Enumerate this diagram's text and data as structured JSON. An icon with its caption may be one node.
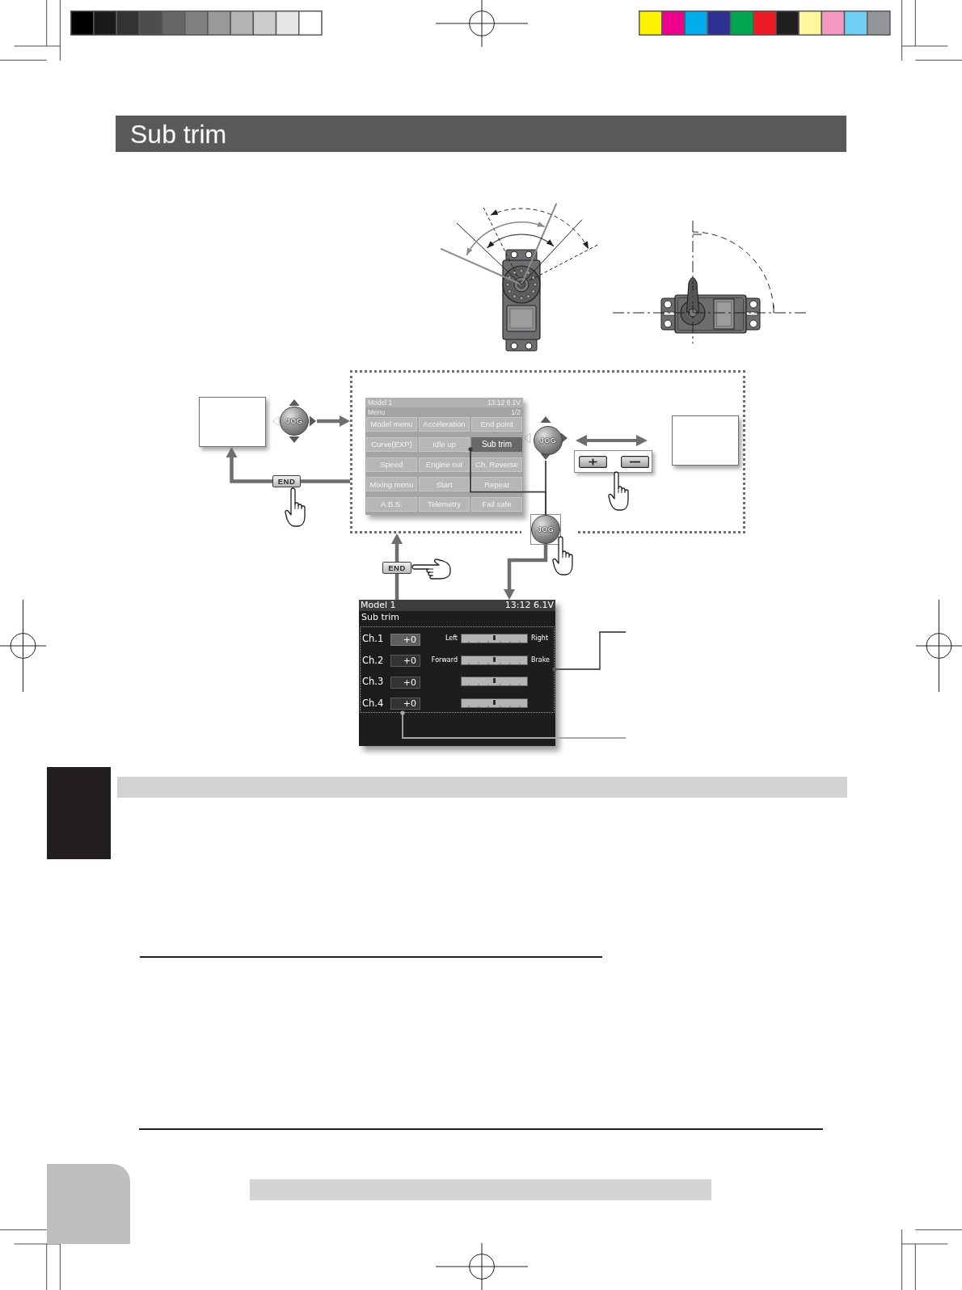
{
  "diagram": {
    "title": "Sub trim",
    "nodes": [
      {
        "text": [],
        "shape": "box"
      },
      {
        "text": [
          "JOG"
        ]
      },
      {
        "text": [],
        "shape": "box"
      },
      {
        "text": [
          "Model 1",
          "13:12 6.1V",
          "Menu",
          "1/2"
        ],
        "in": 2
      },
      {
        "text": [
          "Model menu"
        ],
        "in": 3
      },
      {
        "text": [
          "Acceleration"
        ],
        "in": 3
      },
      {
        "text": [
          "End point"
        ],
        "in": 3
      },
      {
        "text": [
          "Curve(EXP)"
        ],
        "in": 3
      },
      {
        "text": [
          "Idle up"
        ],
        "in": 3
      },
      {
        "text": [
          "Sub trim"
        ],
        "in": 3
      },
      {
        "text": [
          "Speed"
        ],
        "in": 3
      },
      {
        "text": [
          "Engine cut"
        ],
        "in": 3
      },
      {
        "text": [
          "Ch. Reverse"
        ],
        "in": 3
      },
      {
        "text": [
          "Mixing menu"
        ],
        "in": 3
      },
      {
        "text": [
          "Start"
        ],
        "in": 3
      },
      {
        "text": [
          "Repeat"
        ],
        "in": 3
      },
      {
        "text": [
          "A.B.S."
        ],
        "in": 3
      },
      {
        "text": [
          "Telemetry"
        ],
        "in": 3
      },
      {
        "text": [
          "Fail safe"
        ],
        "in": 3
      },
      {
        "text": [
          "JOG"
        ],
        "in": 2
      },
      {
        "text": [],
        "shape": "box",
        "in": 2
      },
      {
        "text": [
          "END"
        ]
      },
      {
        "text": [
          "JOG"
        ]
      },
      {
        "text": [
          "END"
        ]
      },
      {
        "text": [
          "Model 1",
          "13:12 6.1V",
          "Sub trim"
        ]
      },
      {
        "text": [
          "Ch.1",
          "Left",
          "Right",
          "Ch.2",
          "Forward",
          "Brake",
          "Ch.3",
          "Ch.4"
        ],
        "in": 24
      },
      {
        "text": [
          "+0"
        ],
        "in": 25
      },
      {
        "text": [
          "+0"
        ],
        "in": 25
      },
      {
        "text": [
          "+0"
        ],
        "in": 25
      },
      {
        "text": [
          "+0"
        ],
        "in": 25
      },
      {
        "text": [],
        "shape": "box"
      },
      {
        "text": [],
        "shape": "box"
      },
      {
        "text": [],
        "shape": "box"
      }
    ],
    "edges": [
      {
        "from": 1,
        "to": 2,
        "arrow": "to"
      },
      {
        "from": 2,
        "to": 21,
        "arrow": "none"
      },
      {
        "from": 21,
        "to": 0,
        "arrow": "to"
      },
      {
        "from": 9,
        "to": 22,
        "arrow": "other",
        "color": "#3a3a3a"
      },
      {
        "from": 19,
        "to": 22,
        "arrow": "none",
        "color": "#3a3a3a"
      },
      {
        "from": 22,
        "to": 24,
        "arrow": "to"
      },
      {
        "from": 24,
        "to": 23,
        "arrow": "none"
      },
      {
        "from": 23,
        "to": 2,
        "arrow": "to"
      },
      {
        "from": 25,
        "to": null,
        "arrow": "other",
        "color": "#58595b"
      },
      {
        "from": 25,
        "to": null,
        "arrow": "other",
        "color": "#a7a9ac"
      }
    ]
  }
}
